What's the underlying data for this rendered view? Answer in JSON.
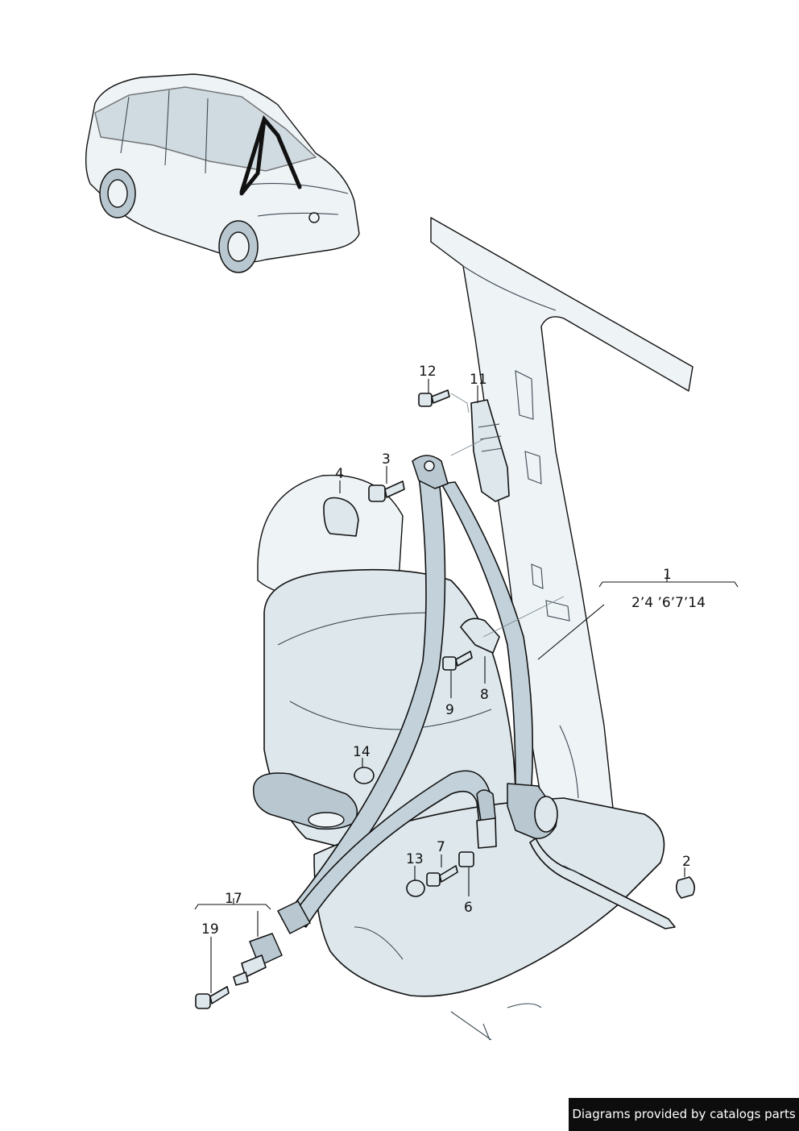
{
  "callouts": {
    "c1": "1",
    "c1_sub": "2ʼ4 ʼ6ʼ7ʼ14",
    "c2": "2",
    "c3": "3",
    "c4": "4",
    "c6": "6",
    "c7": "7",
    "c8": "8",
    "c9": "9",
    "c11": "11",
    "c12": "12",
    "c13": "13",
    "c14": "14",
    "c17": "17",
    "c19": "19"
  },
  "watermark": "Diagrams provided by catalogs parts",
  "colors": {
    "part_fill": "#dde7ec",
    "line": "#111111",
    "watermark_bg": "#0d0d0d"
  }
}
